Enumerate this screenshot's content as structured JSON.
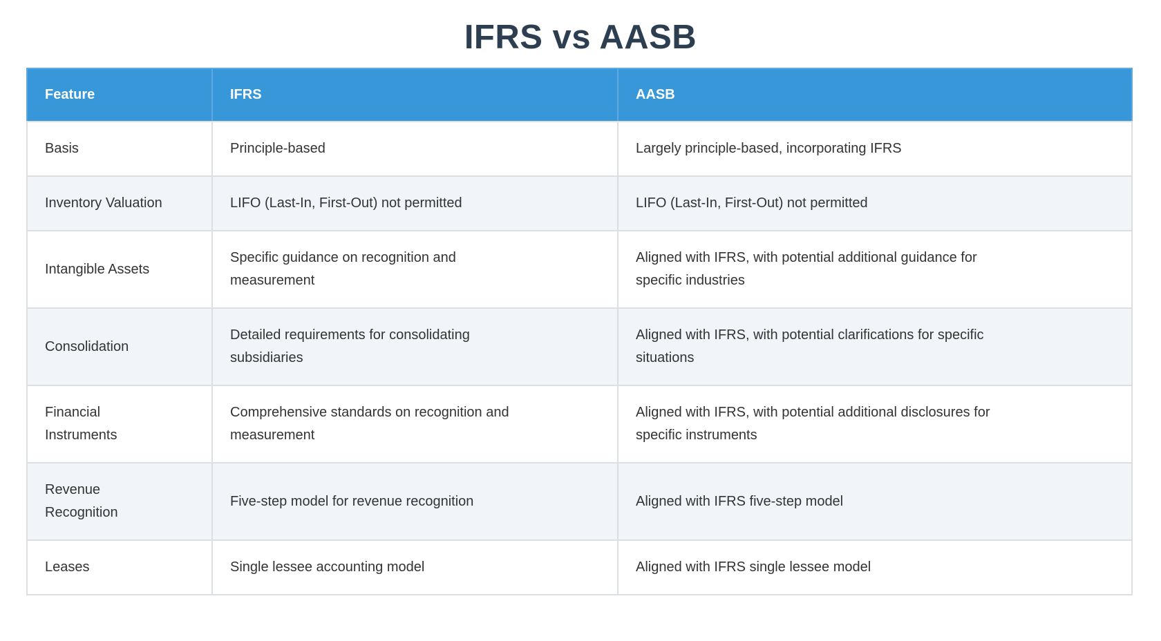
{
  "title": "IFRS vs AASB",
  "colors": {
    "header_bg": "#3797d8",
    "header_text": "#ffffff",
    "row_alt_bg": "#f1f4f8",
    "grid_border": "#dcdfe2",
    "title_text": "#2c3e50",
    "body_text": "#333333"
  },
  "table": {
    "columns": [
      {
        "label": "Feature"
      },
      {
        "label": "IFRS"
      },
      {
        "label": "AASB"
      }
    ],
    "rows": [
      {
        "feature": "Basis",
        "ifrs": "Principle-based",
        "aasb": "Largely principle-based, incorporating IFRS"
      },
      {
        "feature": "Inventory Valuation",
        "ifrs": "LIFO (Last-In, First-Out) not permitted",
        "aasb": "LIFO (Last-In, First-Out) not permitted"
      },
      {
        "feature": "Intangible Assets",
        "ifrs": "Specific guidance on recognition and\nmeasurement",
        "aasb": "Aligned with IFRS, with potential additional guidance for\nspecific industries"
      },
      {
        "feature": "Consolidation",
        "ifrs": "Detailed requirements for consolidating\nsubsidiaries",
        "aasb": "Aligned with IFRS, with potential clarifications for specific\nsituations"
      },
      {
        "feature": "Financial\nInstruments",
        "ifrs": "Comprehensive standards on recognition and\nmeasurement",
        "aasb": "Aligned with IFRS, with potential additional disclosures for\nspecific instruments"
      },
      {
        "feature": "Revenue\nRecognition",
        "ifrs": "Five-step model for revenue recognition",
        "aasb": "Aligned with IFRS five-step model"
      },
      {
        "feature": "Leases",
        "ifrs": "Single lessee accounting model",
        "aasb": "Aligned with IFRS single lessee model"
      }
    ]
  }
}
